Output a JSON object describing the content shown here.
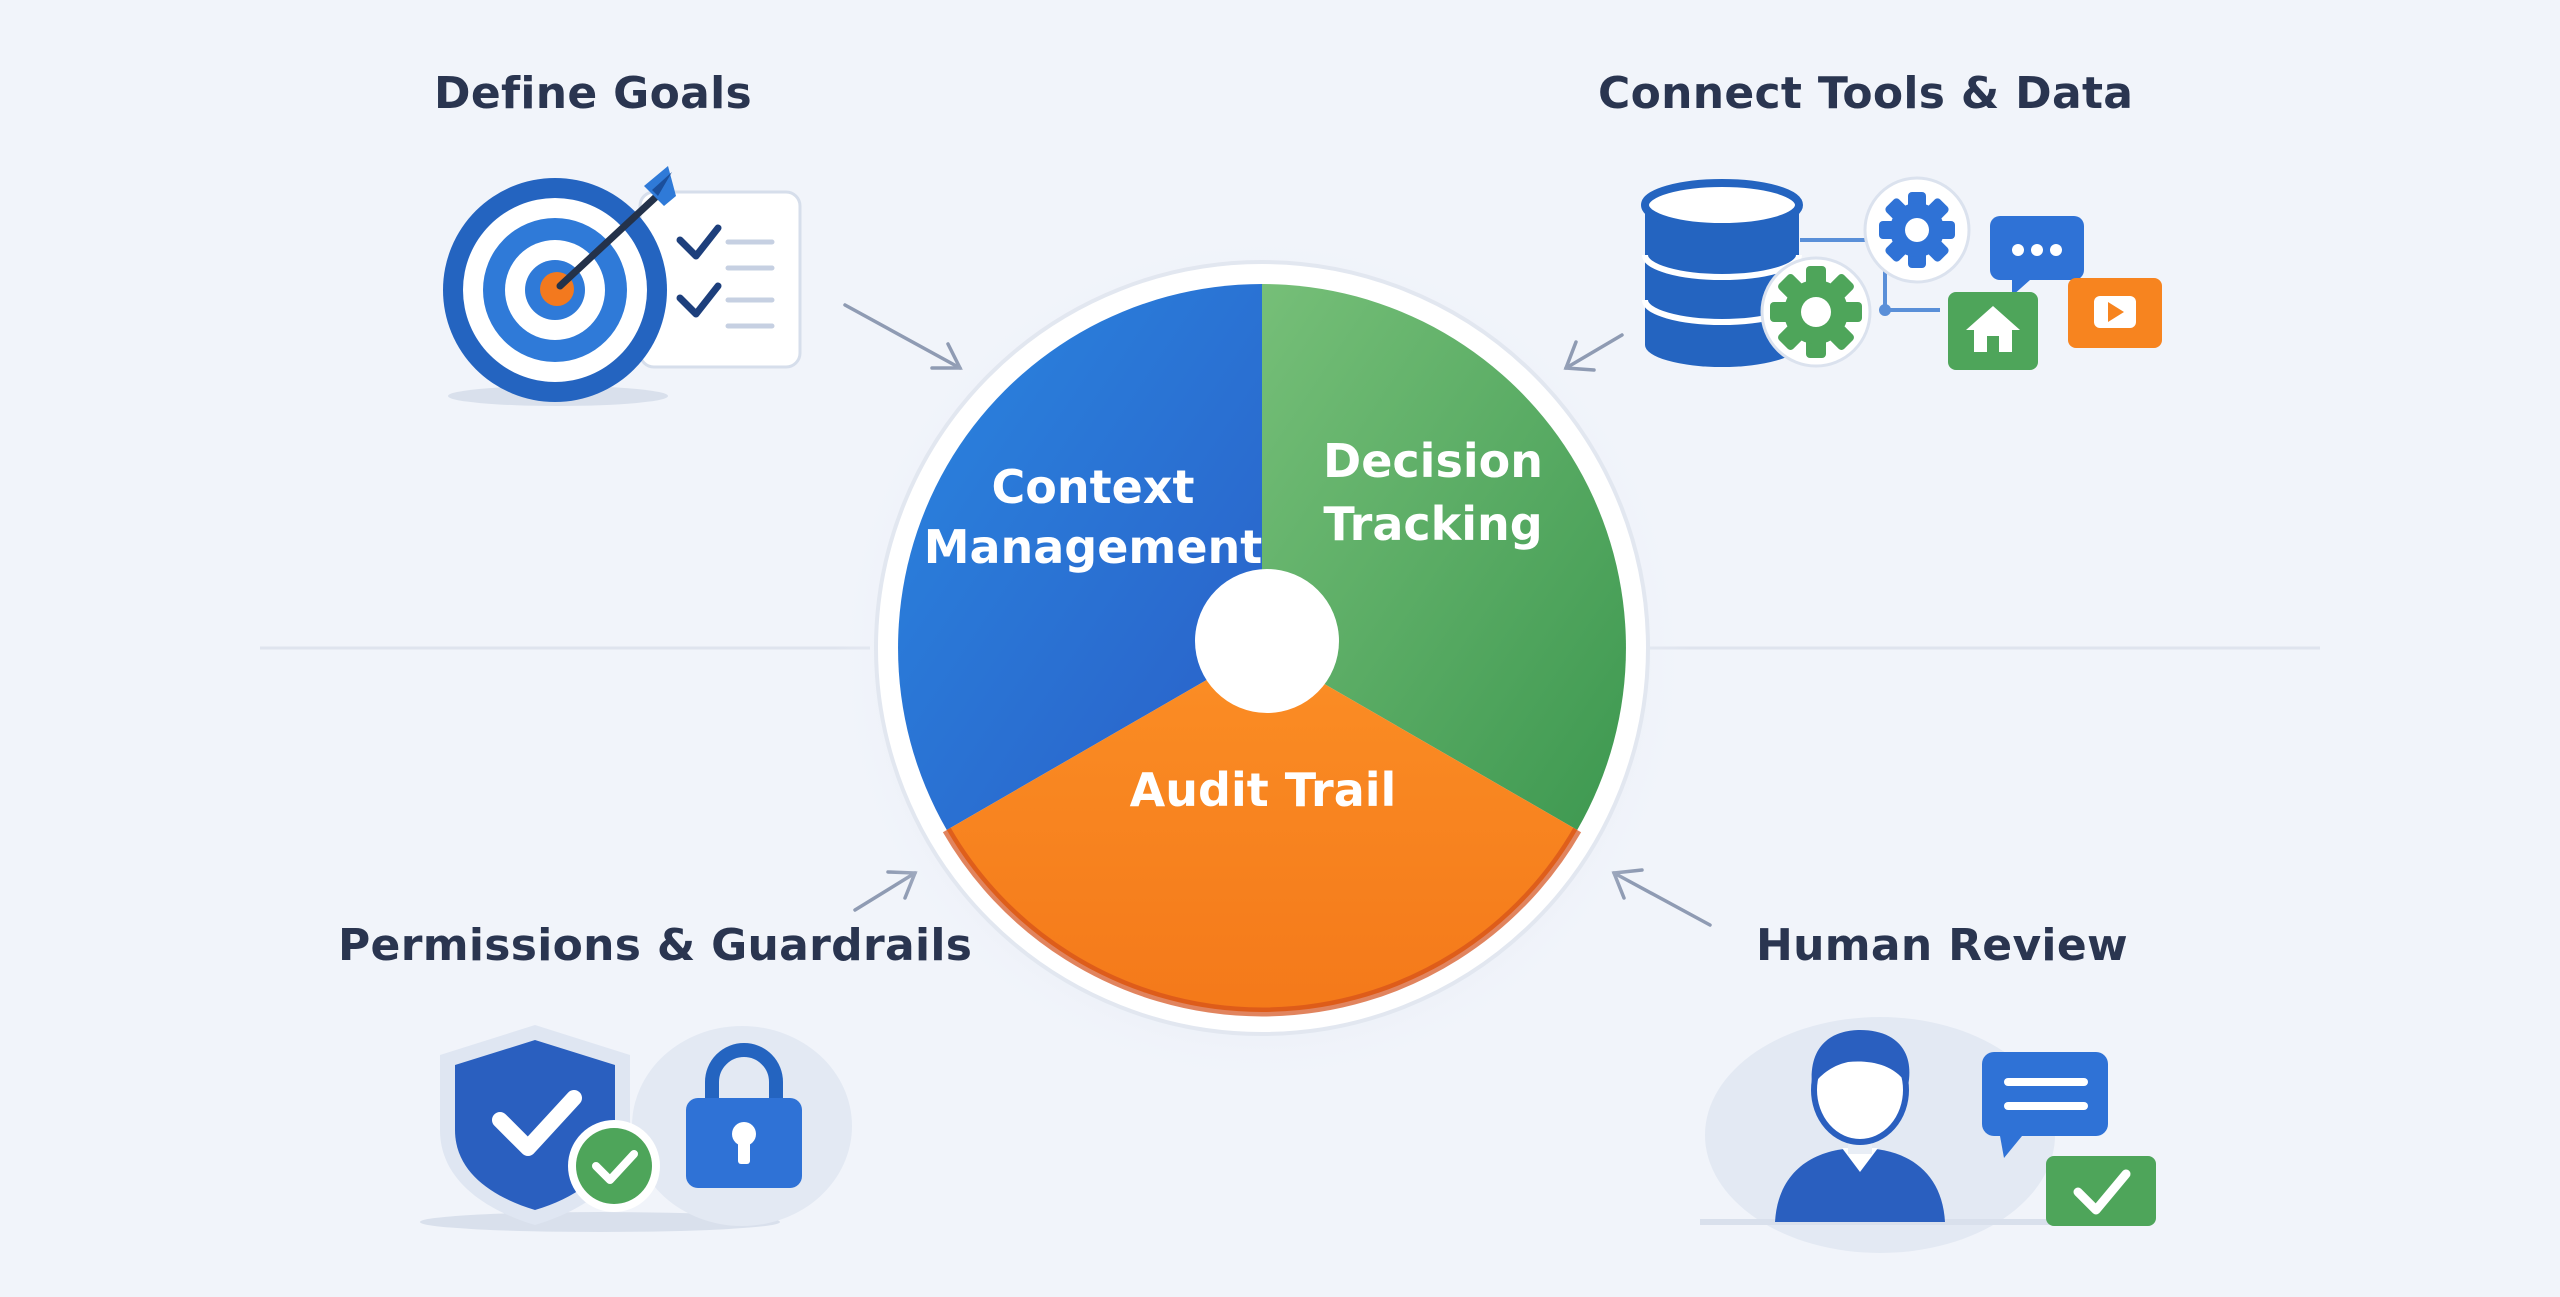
{
  "quadrants": {
    "goals": {
      "title": "Define Goals"
    },
    "tools": {
      "title": "Connect Tools & Data"
    },
    "perms": {
      "title": "Permissions & Guardrails"
    },
    "review": {
      "title": "Human Review"
    }
  },
  "wheel": {
    "segments": [
      {
        "line1": "Context",
        "line2": "Management",
        "color": "#2f72d6"
      },
      {
        "line1": "Decision",
        "line2": "Tracking",
        "color": "#4ea55a"
      },
      {
        "line1": "Audit Trail",
        "line2": "",
        "color": "#f7841f"
      }
    ]
  },
  "colors": {
    "background": "#f1f4fa",
    "title_text": "#2a3550",
    "brand_blue": "#2f72d6",
    "brand_green": "#4ea55a",
    "brand_orange": "#f7841f"
  },
  "icons": {
    "goals": [
      "target-icon",
      "checklist-icon"
    ],
    "tools": [
      "database-icon",
      "gear-icon",
      "chat-icon",
      "home-icon",
      "video-icon"
    ],
    "perms": [
      "shield-check-icon",
      "lock-icon"
    ],
    "review": [
      "person-icon",
      "chat-icon",
      "check-icon"
    ]
  }
}
